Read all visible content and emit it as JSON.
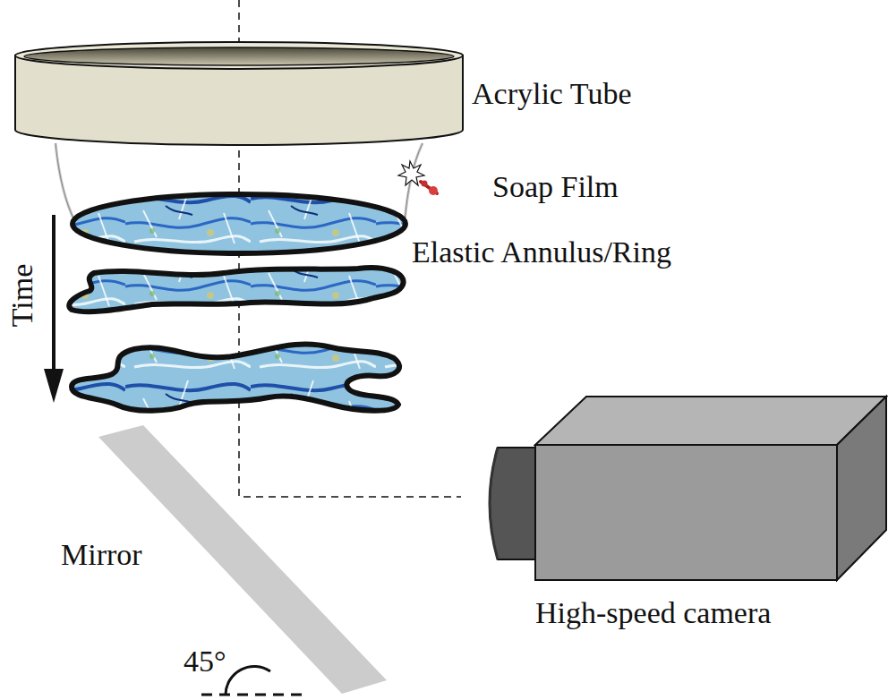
{
  "diagram": {
    "labels": [
      "Acrylic Tube",
      "Soap Film",
      "Elastic Annulus/Ring",
      "Time",
      "Mirror",
      "High-speed camera",
      "45°"
    ]
  }
}
